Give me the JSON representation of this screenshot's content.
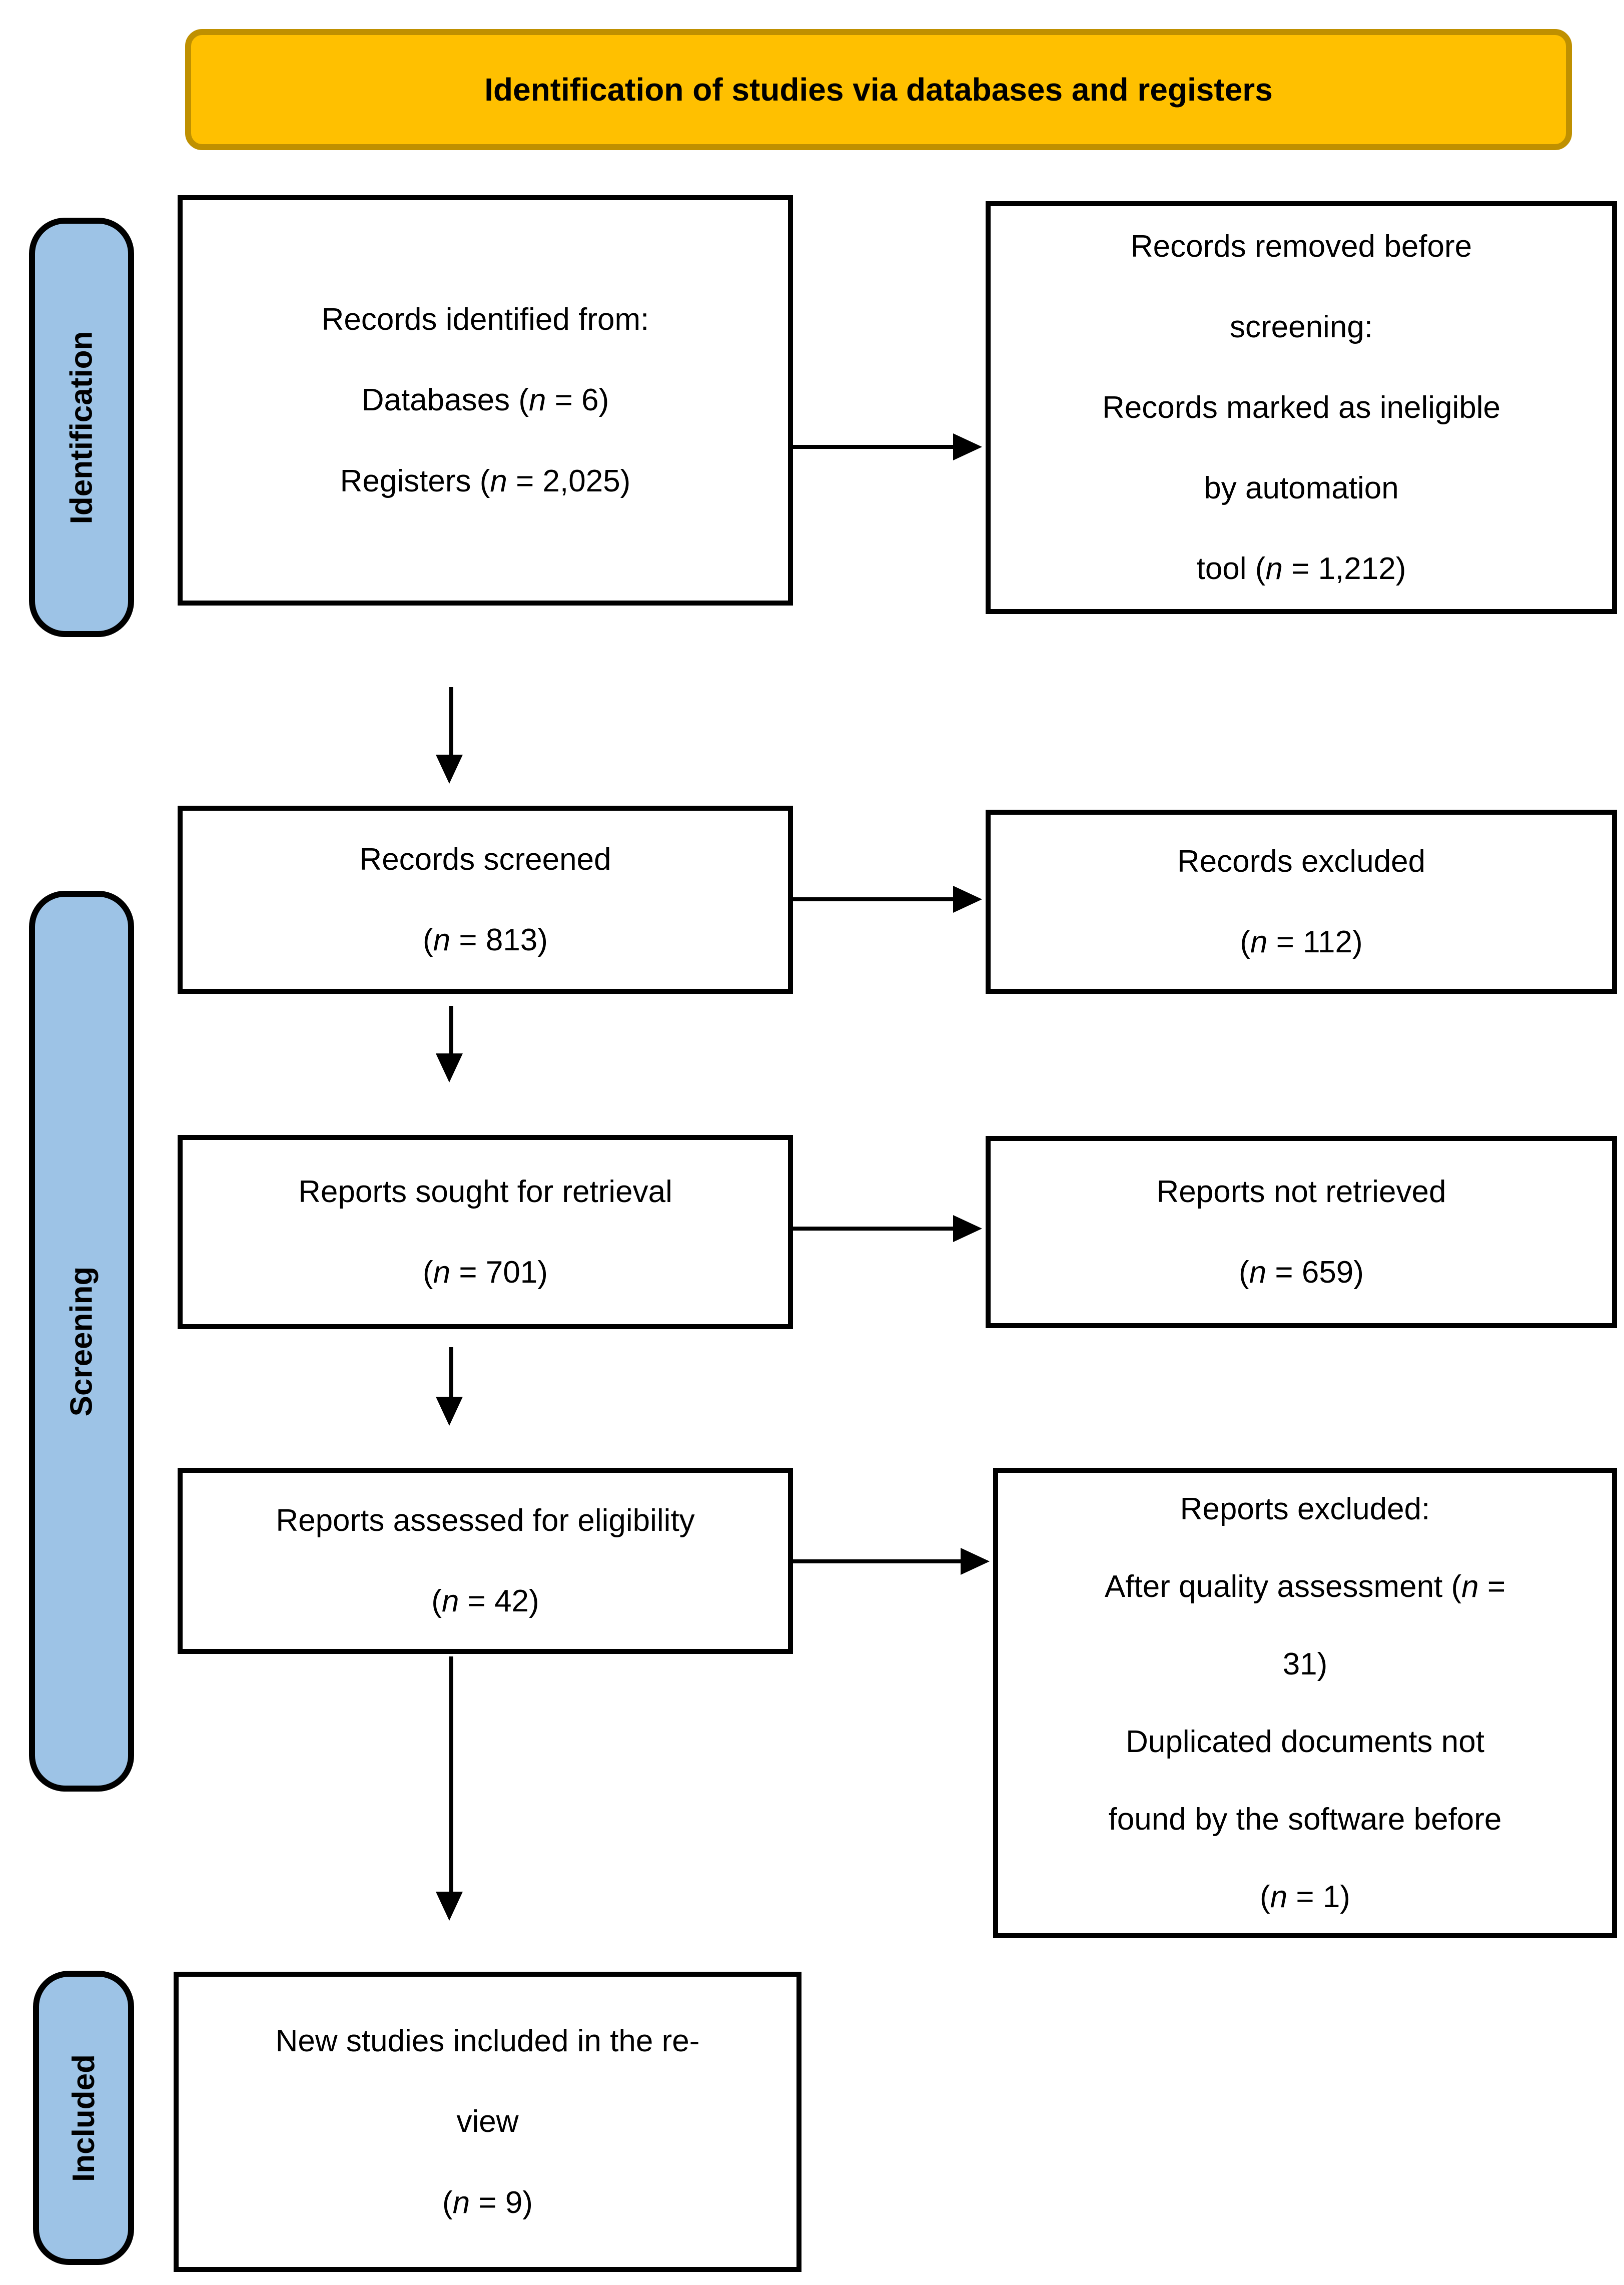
{
  "header": {
    "title": "Identification of studies via databases and registers"
  },
  "stages": [
    {
      "id": "identification",
      "label": "Identification"
    },
    {
      "id": "screening",
      "label": "Screening"
    },
    {
      "id": "included",
      "label": "Included"
    }
  ],
  "boxes": [
    {
      "id": "records-identified",
      "lines": [
        "Records identified from:",
        "Databases (n = 6)",
        "Registers (n = 2,025)"
      ]
    },
    {
      "id": "records-removed",
      "lines": [
        "Records removed before",
        "screening:",
        "Records marked as ineligible",
        "by automation",
        "tool (n = 1,212)"
      ]
    },
    {
      "id": "records-screened",
      "lines": [
        "Records screened",
        "(n = 813)"
      ]
    },
    {
      "id": "records-excluded",
      "lines": [
        "Records excluded",
        "(n = 112)"
      ]
    },
    {
      "id": "reports-sought",
      "lines": [
        "Reports sought for retrieval",
        "(n = 701)"
      ]
    },
    {
      "id": "reports-not-retrieved",
      "lines": [
        "Reports not retrieved",
        "(n = 659)"
      ]
    },
    {
      "id": "reports-assessed",
      "lines": [
        "Reports assessed for eligibility",
        "(n = 42)"
      ]
    },
    {
      "id": "reports-excluded",
      "lines": [
        "Reports excluded:",
        "After quality assessment (n =",
        "31)",
        "Duplicated documents not",
        "found by the software before",
        "(n = 1)"
      ]
    },
    {
      "id": "new-studies-included",
      "lines": [
        "New studies included in the re-",
        "view",
        "(n = 9)"
      ]
    }
  ],
  "colors": {
    "header_fill": "#FFC000",
    "header_border": "#BF9000",
    "stage_fill": "#9DC3E6",
    "stage_border": "#000000",
    "box_border": "#000000",
    "arrow": "#000000",
    "text": "#000000",
    "background": "#FFFFFF"
  }
}
